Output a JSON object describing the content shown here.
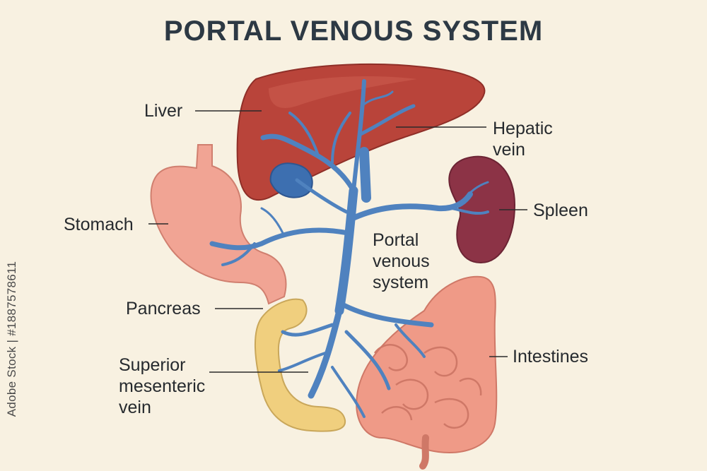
{
  "title": "PORTAL VENOUS SYSTEM",
  "labels": {
    "liver": "Liver",
    "hepatic_vein": "Hepatic\nvein",
    "spleen": "Spleen",
    "stomach": "Stomach",
    "portal_venous_system": "Portal\nvenous\nsystem",
    "pancreas": "Pancreas",
    "superior_mesenteric_vein": "Superior\nmesenteric\nvein",
    "intestines": "Intestines"
  },
  "watermark": "Adobe Stock | #1887578611",
  "colors": {
    "background": "#f8f1e1",
    "liver": "#b9443a",
    "vein": "#4f82bf",
    "stomach": "#f1a494",
    "spleen": "#8c3346",
    "pancreas": "#f0cf7e",
    "intestines": "#ef9a87"
  }
}
